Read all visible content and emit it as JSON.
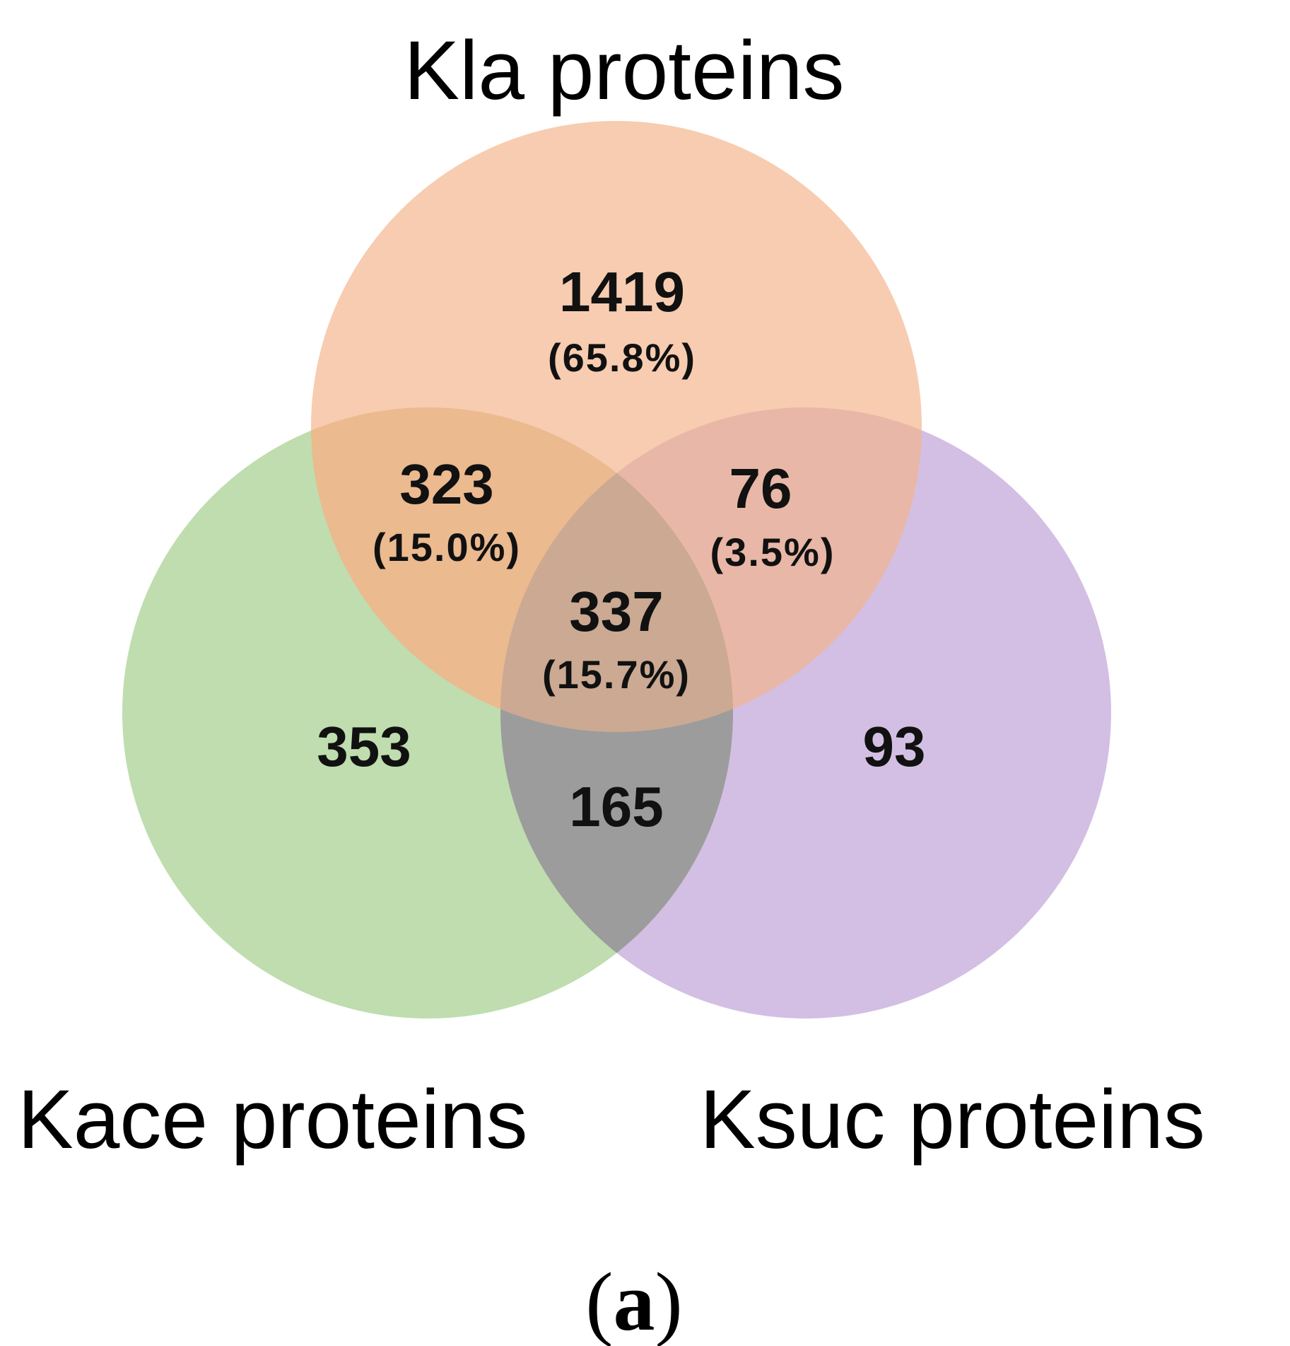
{
  "diagram": {
    "sets": {
      "kla": {
        "label": "Kla proteins",
        "color": "#f3b48a"
      },
      "kace": {
        "label": "Kace proteins",
        "color": "#a6d08f"
      },
      "ksuc": {
        "label": "Ksuc proteins",
        "color": "#bea0d6"
      }
    },
    "regions": {
      "kla_only": {
        "count": "1419",
        "percent": "(65.8%)"
      },
      "kla_kace": {
        "count": "323",
        "percent": "(15.0%)"
      },
      "kla_ksuc": {
        "count": "76",
        "percent": "(3.5%)"
      },
      "all_three": {
        "count": "337",
        "percent": "(15.7%)"
      },
      "kace_only": {
        "count": "353"
      },
      "ksuc_only": {
        "count": "93"
      },
      "kace_ksuc": {
        "count": "165"
      }
    },
    "panel": {
      "open": "(",
      "letter": "a",
      "close": ")"
    }
  }
}
